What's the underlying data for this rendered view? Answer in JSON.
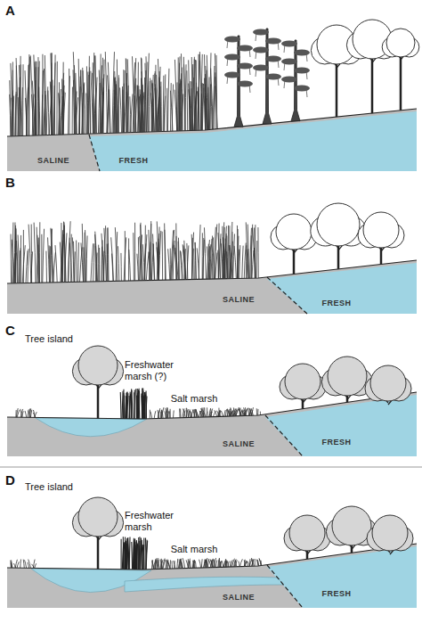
{
  "diagram": {
    "labels": [
      "A",
      "SALINE",
      "FRESH",
      "B",
      "SALINE",
      "FRESH",
      "C",
      "Tree island",
      "Freshwater marsh (?)",
      "Salt marsh",
      "SALINE",
      "FRESH",
      "D",
      "Tree island",
      "Freshwater marsh",
      "Salt marsh",
      "SALINE",
      "FRESH"
    ]
  }
}
